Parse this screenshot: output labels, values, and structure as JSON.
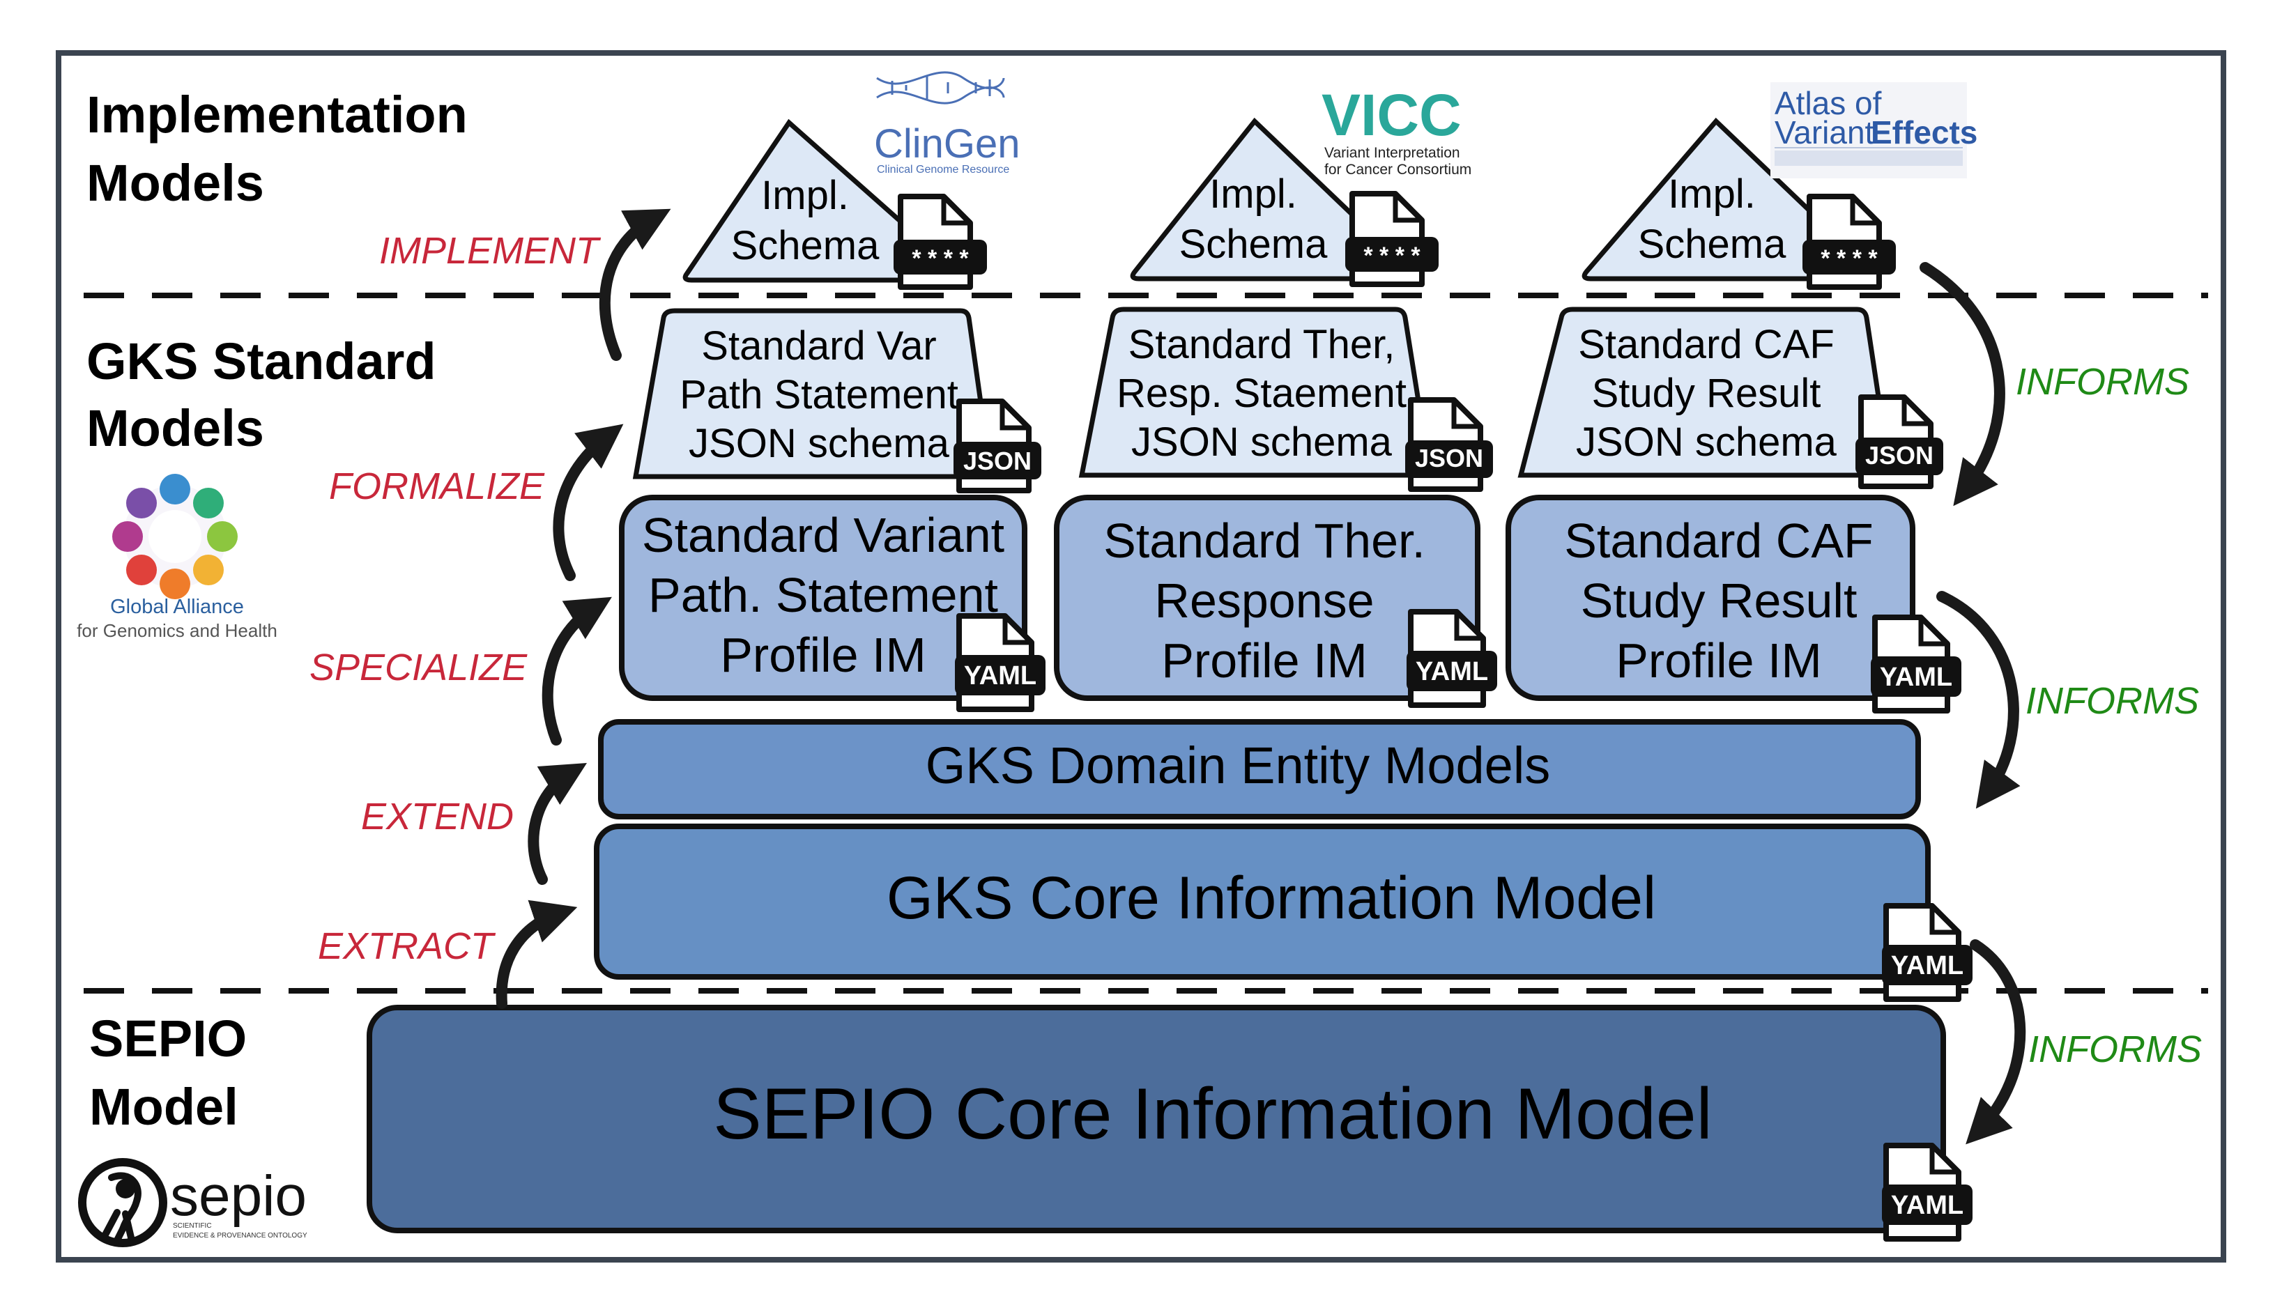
{
  "sections": {
    "impl": [
      "Implementation",
      "Models"
    ],
    "gks": [
      "GKS Standard",
      "Models"
    ],
    "sepio": [
      "SEPIO",
      "Model"
    ]
  },
  "verbs": {
    "implement": "IMPLEMENT",
    "formalize": "FORMALIZE",
    "specialize": "SPECIALIZE",
    "extend": "EXTEND",
    "extract": "EXTRACT"
  },
  "informs": [
    "INFORMS",
    "INFORMS",
    "INFORMS"
  ],
  "impl_schema": [
    "Impl.",
    "Schema"
  ],
  "json_schemas": [
    [
      "Standard Var",
      "Path Statement",
      "JSON schema"
    ],
    [
      "Standard Ther,",
      "Resp. Staement",
      "JSON schema"
    ],
    [
      "Standard CAF",
      "Study Result",
      "JSON schema"
    ]
  ],
  "profiles": [
    [
      "Standard Variant",
      "Path. Statement",
      "Profile IM"
    ],
    [
      "Standard Ther.",
      "Response",
      "Profile IM"
    ],
    [
      "Standard CAF",
      "Study Result",
      "Profile IM"
    ]
  ],
  "domain_model": "GKS Domain Entity Models",
  "core_model": "GKS Core Information Model",
  "sepio_model": "SEPIO Core Information Model",
  "file_badges": {
    "json": "JSON",
    "yaml": "YAML",
    "stars": "* * * *"
  },
  "logos": {
    "clingen": {
      "name": "ClinGen",
      "sub": "Clinical Genome Resource"
    },
    "vicc": {
      "name": "VICC",
      "sub1": "Variant Interpretation",
      "sub2": "for Cancer Consortium"
    },
    "atlas": {
      "line1": "Atlas of",
      "line2a": "Variant",
      "line2b": "Effects"
    },
    "ga4gh": {
      "name": "Global Alliance",
      "sub": "for Genomics and Health"
    },
    "sepio": {
      "name": "sepio",
      "sub1": "SCIENTIFIC",
      "sub2": "EVIDENCE & PROVENANCE ONTOLOGY"
    }
  },
  "colors": {
    "verb_red": "#c8273a",
    "informs_green": "#1f8a16",
    "tier_light": "#dde8f6",
    "tier_profile": "#9fb7dd",
    "tier_domain": "#6c93c8",
    "tier_core": "#6690c4",
    "tier_sepio": "#4c6d9b"
  }
}
